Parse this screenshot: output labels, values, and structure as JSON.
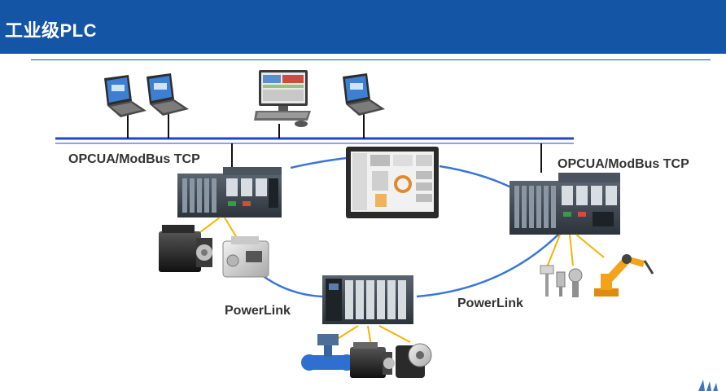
{
  "header": {
    "title": "工业级PLC"
  },
  "labels": {
    "left_protocol": "OPCUA/ModBus TCP",
    "right_protocol": "OPCUA/ModBus TCP",
    "left_ring": "PowerLink",
    "right_ring": "PowerLink"
  },
  "colors": {
    "brand": "#1455a5",
    "ethernet_bus": "#2244cc",
    "powerlink_line": "#3a75d8",
    "io_link": "#f4b400",
    "robot": "#f3a21a"
  },
  "icons": [
    "laptop-icon",
    "desktop-pc-icon",
    "hmi-panel-icon",
    "plc-controller-icon",
    "servo-motor-icon",
    "gearbox-icon",
    "valve-icon",
    "sensor-icon",
    "robot-arm-icon"
  ]
}
